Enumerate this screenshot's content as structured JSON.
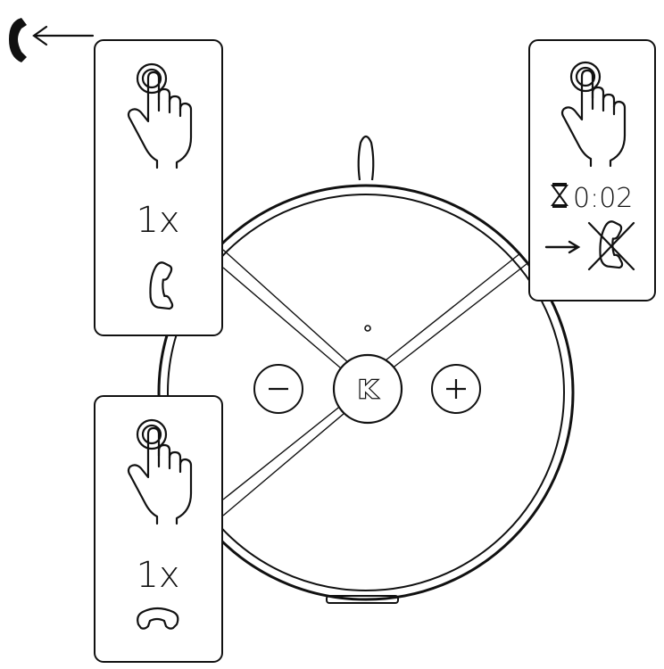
{
  "device": {
    "center_button_label": "K",
    "minus_label": "−",
    "plus_label": "+"
  },
  "panels": {
    "answer": {
      "count": "1x",
      "icon": "phone-answer-icon",
      "gesture": "tap-icon"
    },
    "end": {
      "count": "1x",
      "icon": "phone-hangup-icon",
      "gesture": "tap-icon"
    },
    "reject": {
      "timer": "0:02",
      "timer_icon": "hourglass-icon",
      "icon": "phone-reject-icon",
      "gesture": "press-hold-icon"
    }
  },
  "incoming_call": {
    "icon": "incoming-call-icon",
    "arrow": "arrow-left-icon"
  },
  "colors": {
    "line": "#111111",
    "background": "#ffffff"
  }
}
